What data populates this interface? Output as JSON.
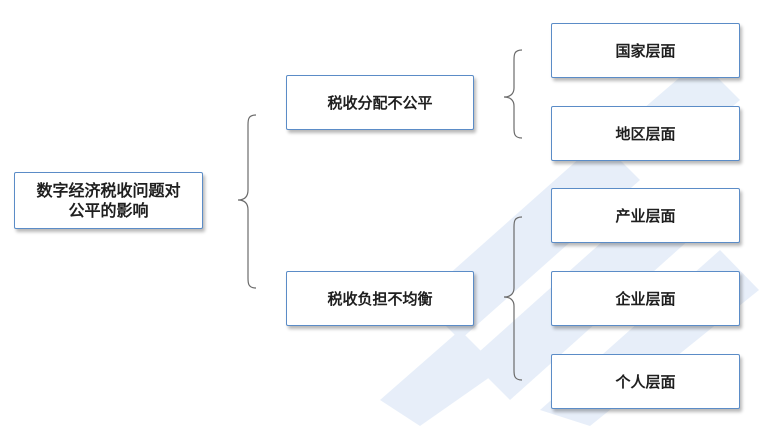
{
  "root": {
    "line1": "数字经济税收问题对",
    "line2": "公平的影响"
  },
  "branches": [
    {
      "label": "税收分配不公平",
      "children": [
        "国家层面",
        "地区层面"
      ]
    },
    {
      "label": "税收负担不均衡",
      "children": [
        "产业层面",
        "企业层面",
        "个人层面"
      ]
    }
  ],
  "colors": {
    "node_border": "#5b8cc7",
    "brace": "#6b6b6b",
    "watermark": "#dbe6f6"
  }
}
